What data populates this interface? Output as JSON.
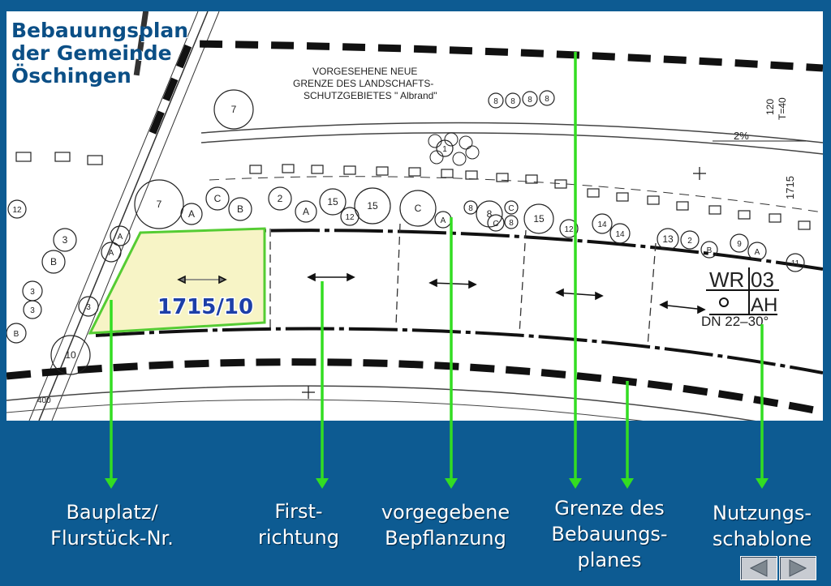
{
  "slide": {
    "title_lines": [
      "Bebauungsplan",
      "der Gemeinde",
      "Öschingen"
    ]
  },
  "plan": {
    "parcel_number": "1715/10",
    "protection_note": [
      "VORGESEHENE NEUE",
      "GRENZE DES LANDSCHAFTS-",
      "SCHUTZGEBIETES \" Albrand\""
    ],
    "slope_label": "2%",
    "elevation_label": "120",
    "ratio_label": "T=40",
    "parcel_edge_label": "1715",
    "ground_label": "400",
    "zoning_template": {
      "use": "WR",
      "number": "03",
      "dwelling": "AH",
      "roof": "DN 22–30°"
    },
    "tree_labels": [
      "7",
      "7",
      "C",
      "B",
      "A",
      "2",
      "15",
      "15",
      "12",
      "A",
      "C",
      "8",
      "8",
      "C",
      "8",
      "15",
      "12",
      "14",
      "14",
      "13",
      "2",
      "B",
      "9",
      "A",
      "11",
      "A",
      "3",
      "B",
      "A",
      "3",
      "3",
      "3",
      "B",
      "10",
      "12",
      "8",
      "8",
      "8",
      "8",
      "1",
      "A",
      "C"
    ]
  },
  "labels": {
    "bauplatz": [
      "Bauplatz/",
      "Flurstück-Nr."
    ],
    "first": [
      "First-",
      "richtung"
    ],
    "pflanzung": [
      "vorgegebene",
      "Bepflanzung"
    ],
    "grenze": [
      "Grenze des",
      "Bebauungs-",
      "planes"
    ],
    "nutzung": [
      "Nutzungs-",
      "schablone"
    ]
  },
  "colors": {
    "background": "#0d5b92",
    "pointer": "#33dd22",
    "parcel_fill": "#f7f4c6",
    "parcel_outline": "#55cc33",
    "title": "#0b4f86"
  },
  "navigation": {
    "previous_icon": "triangle-left-icon",
    "next_icon": "triangle-right-icon"
  }
}
